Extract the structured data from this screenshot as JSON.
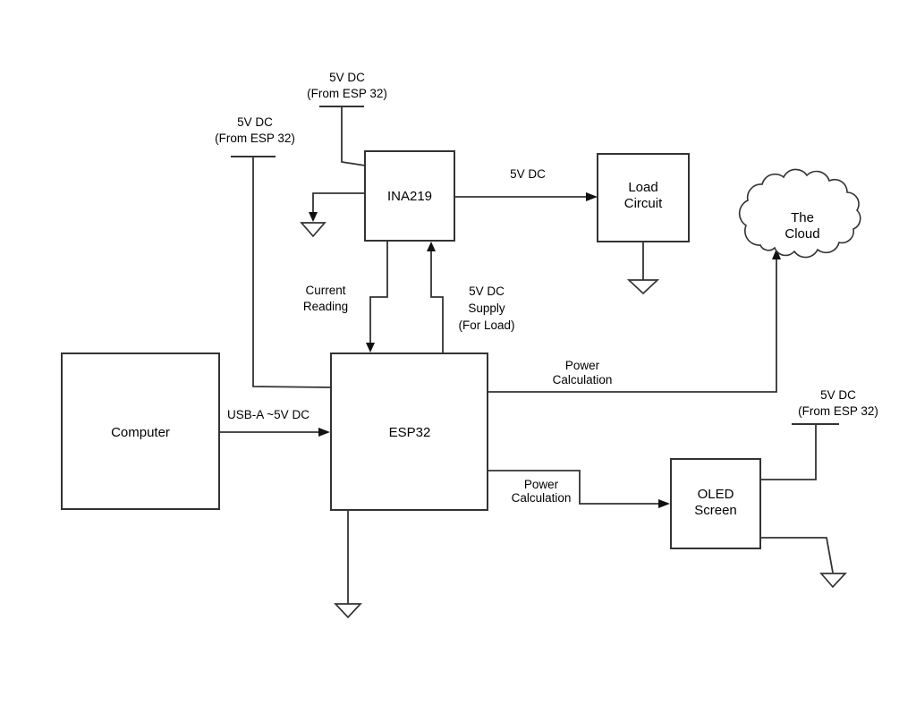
{
  "colors": {
    "background": "#ffffff",
    "line": "#333333",
    "text": "#000000"
  },
  "nodes": {
    "computer": {
      "label": "Computer"
    },
    "esp32": {
      "label": "ESP32"
    },
    "ina219": {
      "label": "INA219"
    },
    "load_circuit": {
      "line1": "Load",
      "line2": "Circuit"
    },
    "oled_screen": {
      "line1": "OLED",
      "line2": "Screen"
    },
    "cloud": {
      "line1": "The",
      "line2": "Cloud"
    }
  },
  "edge_labels": {
    "usb": "USB-A ~5V DC",
    "ina_to_load": "5V DC",
    "current_reading": {
      "line1": "Current",
      "line2": "Reading"
    },
    "supply_for_load": {
      "line1": "5V DC",
      "line2": "Supply",
      "line3": "(For Load)"
    },
    "power_calc_to_cloud": {
      "line1": "Power",
      "line2": "Calculation"
    },
    "power_calc_to_oled": {
      "line1": "Power",
      "line2": "Calculation"
    }
  },
  "power_rails": {
    "top": {
      "line1": "5V DC",
      "line2": "(From ESP 32)"
    },
    "left": {
      "line1": "5V DC",
      "line2": "(From ESP 32)"
    },
    "right": {
      "line1": "5V DC",
      "line2": "(From ESP 32)"
    }
  }
}
